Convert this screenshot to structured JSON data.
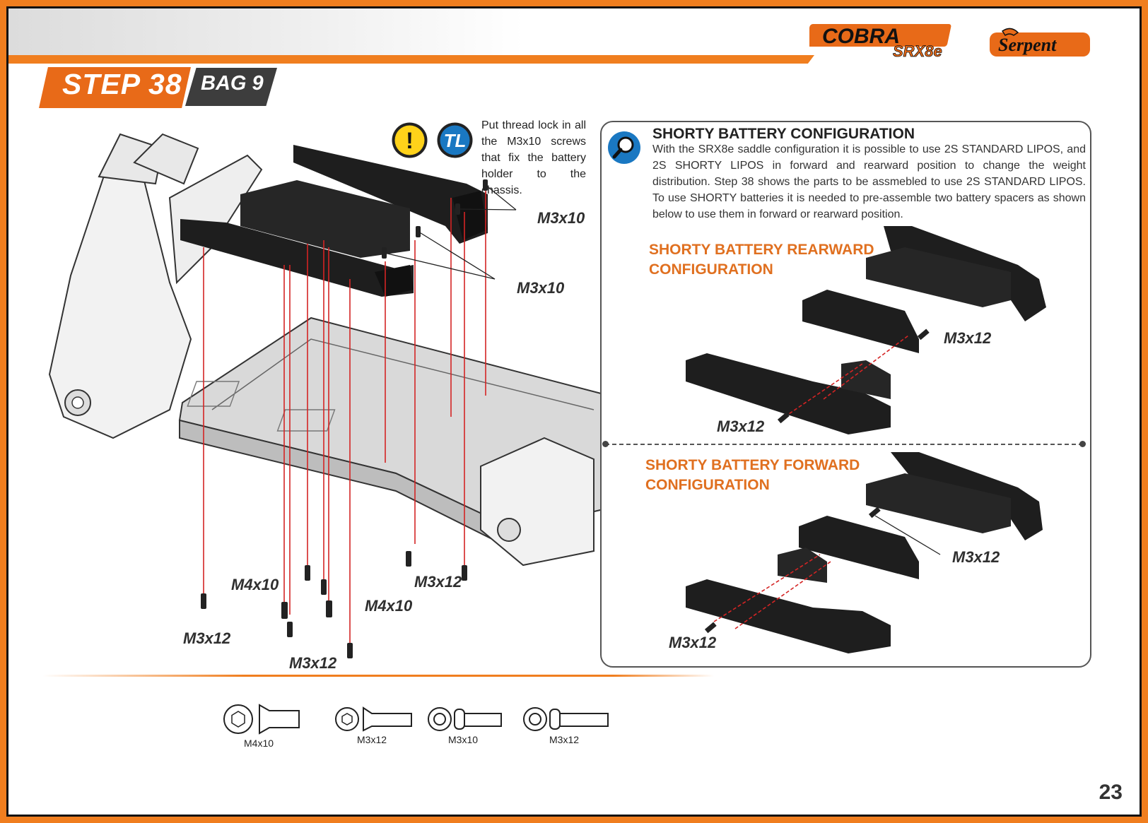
{
  "header": {
    "step_label": "STEP 38",
    "bag_label": "BAG 9",
    "logo_model": "COBRA",
    "logo_model_sub": "SRX8e",
    "logo_brand": "Serpent"
  },
  "note": {
    "icon_warning": "!",
    "icon_tl": "TL",
    "text": "Put thread lock in all the M3x10 screws that fix the battery holder to the chassis."
  },
  "diagram": {
    "callouts": {
      "top_right": "M3x10",
      "middle": "M3x10",
      "m4_left": "M4x10",
      "m4_middle": "M4x10",
      "m3x12_left": "M3x12",
      "m3x12_bottom": "M3x12",
      "m3x12_right": "M3x12"
    }
  },
  "panel": {
    "title": "SHORTY BATTERY CONFIGURATION",
    "text": "With the SRX8e saddle configuration it is possible to use 2S STANDARD LIPOS, and 2S SHORTY LIPOS in forward and rearward position to change the weight distribution. Step 38 shows the parts to be assmebled to use 2S STANDARD LIPOS. To use SHORTY batteries it is needed to pre-assemble two battery spacers as shown below to use them in forward or rearward position.",
    "rearward_heading_1": "SHORTY BATTERY REARWARD",
    "rearward_heading_2": "CONFIGURATION",
    "rearward_callout_upper": "M3x12",
    "rearward_callout_lower": "M3x12",
    "forward_heading_1": "SHORTY BATTERY FORWARD",
    "forward_heading_2": "CONFIGURATION",
    "forward_callout_upper": "M3x12",
    "forward_callout_lower": "M3x12"
  },
  "hardware": [
    {
      "label": "M4x10"
    },
    {
      "label": "M3x12"
    },
    {
      "label": "M3x10"
    },
    {
      "label": "M3x12"
    }
  ],
  "page_number": "23"
}
